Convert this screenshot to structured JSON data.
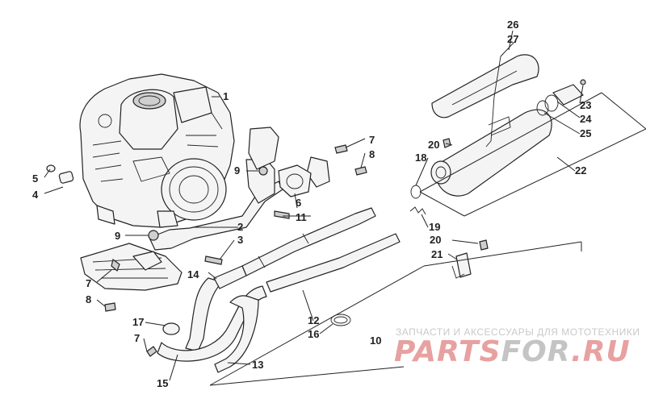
{
  "callouts": {
    "c1": "1",
    "c2": "2",
    "c3": "3",
    "c4": "4",
    "c5": "5",
    "c6": "6",
    "c7a": "7",
    "c7b": "7",
    "c7c": "7",
    "c8a": "8",
    "c8b": "8",
    "c9a": "9",
    "c9b": "9",
    "c10": "10",
    "c11": "11",
    "c12": "12",
    "c13": "13",
    "c14": "14",
    "c15": "15",
    "c16": "16",
    "c17": "17",
    "c18": "18",
    "c19": "19",
    "c20a": "20",
    "c20b": "20",
    "c21": "21",
    "c22": "22",
    "c23": "23",
    "c24": "24",
    "c25": "25",
    "c26": "26",
    "c27": "27"
  },
  "watermark": {
    "subtitle": "ЗАПЧАСТИ И АКСЕССУАРЫ ДЛЯ МОТОТЕХНИКИ",
    "brand_a": "PARTS",
    "brand_b": "FOR",
    "brand_c": ".RU",
    "color_red": "#e8a0a0",
    "color_gray": "#c4c4c4"
  }
}
